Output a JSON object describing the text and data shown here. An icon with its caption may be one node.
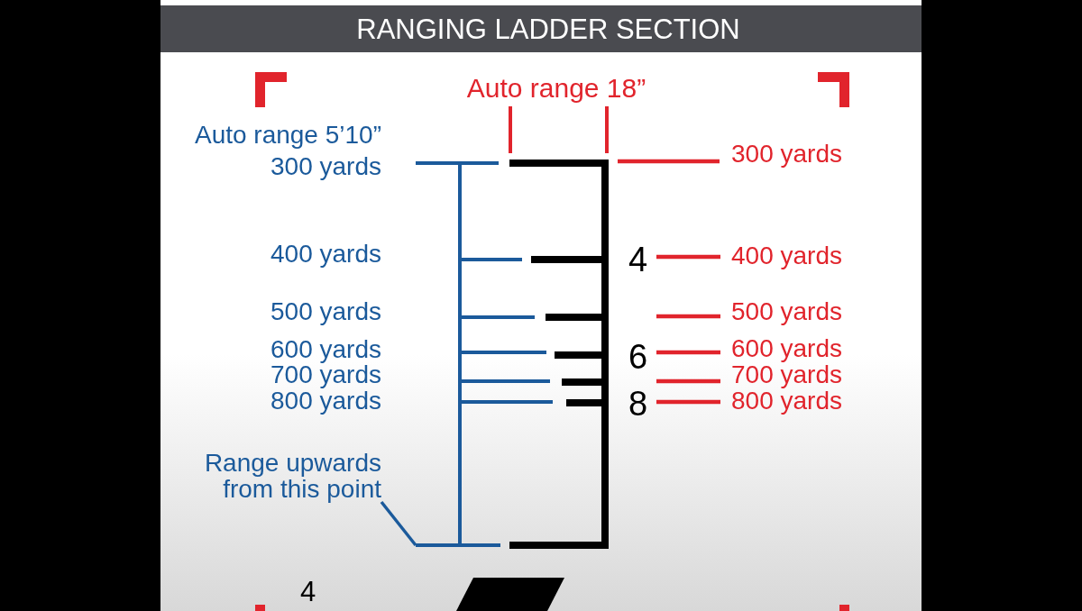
{
  "diagram": {
    "title": "RANGING LADDER SECTION",
    "nodes": [
      {
        "text": [
          "Range upwards from this point"
        ]
      },
      {
        "text": [],
        "shape": "bar"
      }
    ],
    "edges": [
      {
        "from": 0,
        "to": 1,
        "arrow": "none"
      }
    ],
    "labels": [
      "Auto range 18”",
      "Auto range 5’10”",
      "300 yards",
      "300 yards",
      "400 yards",
      "4",
      "400 yards",
      "500 yards",
      "500 yards",
      "600 yards",
      "6",
      "600 yards",
      "700 yards",
      "700 yards",
      "800 yards",
      "8",
      "800 yards",
      "4"
    ]
  }
}
